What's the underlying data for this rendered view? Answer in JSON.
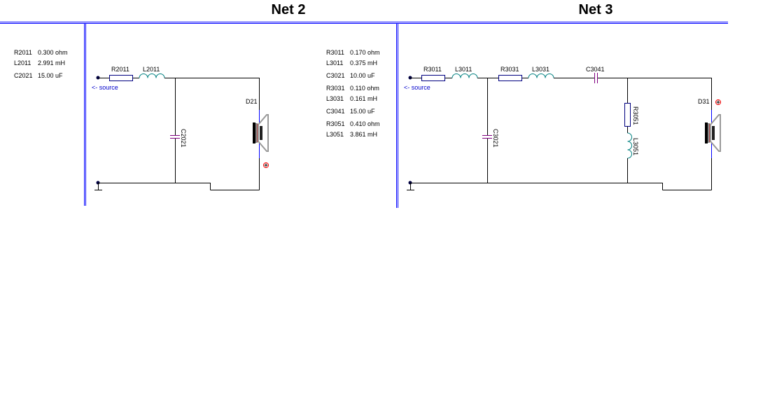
{
  "nets": [
    {
      "title": "Net 2",
      "values": [
        {
          "name": "R2011",
          "value": "0.300 ohm"
        },
        {
          "name": "L2011",
          "value": "2.991 mH"
        },
        {
          "name": "C2021",
          "value": "15.00 uF"
        }
      ],
      "labels": {
        "r1": "R2011",
        "l1": "L2011",
        "c1": "C2021",
        "driver": "D21",
        "source": "<- source"
      }
    },
    {
      "title": "Net 3",
      "values": [
        {
          "name": "R3011",
          "value": "0.170 ohm"
        },
        {
          "name": "L3011",
          "value": "0.375 mH"
        },
        {
          "name": "C3021",
          "value": "10.00 uF"
        },
        {
          "name": "R3031",
          "value": "0.110 ohm"
        },
        {
          "name": "L3031",
          "value": "0.161 mH"
        },
        {
          "name": "C3041",
          "value": "15.00 uF"
        },
        {
          "name": "R3051",
          "value": "0.410 ohm"
        },
        {
          "name": "L3051",
          "value": "3.861 mH"
        }
      ],
      "labels": {
        "r1": "R3011",
        "l1": "L3011",
        "c1": "C3021",
        "r2": "R3031",
        "l2": "L3031",
        "c2": "C3041",
        "r3": "R3051",
        "l3": "L3051",
        "driver": "D31",
        "source": "<- source"
      }
    }
  ],
  "colors": {
    "divider": "#0000ff",
    "resistor": "#000080",
    "inductor": "#008080",
    "capacitor": "#800080",
    "polarity": "#ff0000"
  }
}
